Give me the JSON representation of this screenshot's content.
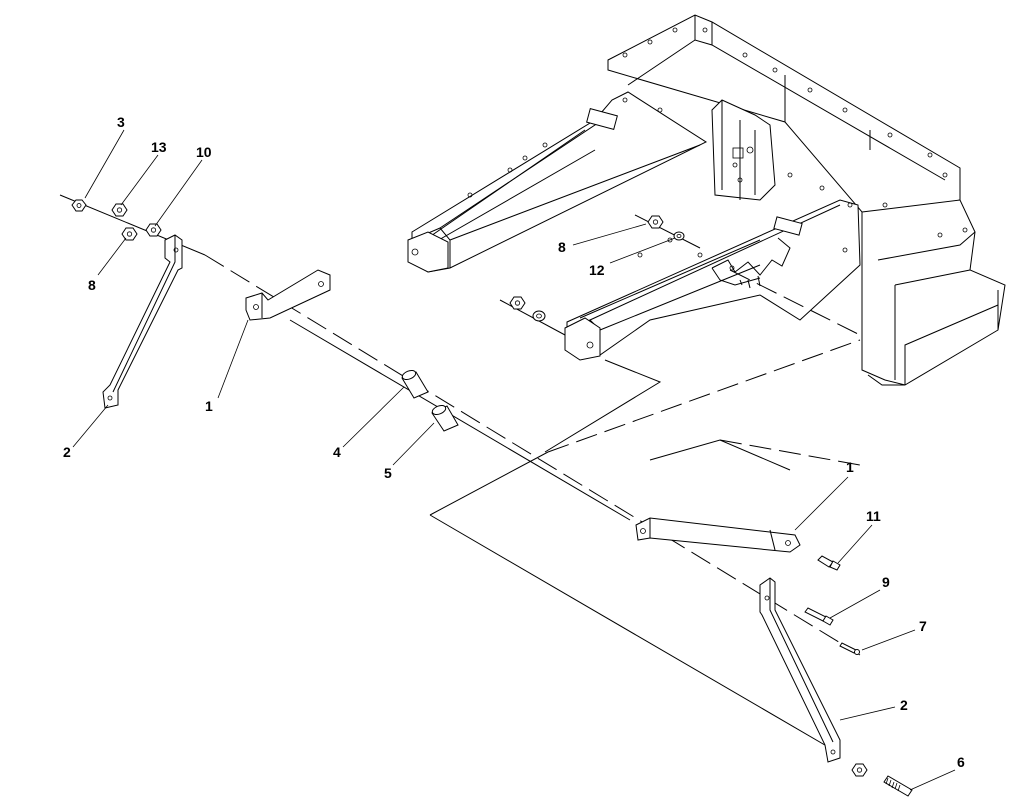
{
  "callouts": [
    {
      "id": "c3",
      "text": "3"
    },
    {
      "id": "c13",
      "text": "13"
    },
    {
      "id": "c10",
      "text": "10"
    },
    {
      "id": "c8a",
      "text": "8"
    },
    {
      "id": "c1a",
      "text": "1"
    },
    {
      "id": "c2a",
      "text": "2"
    },
    {
      "id": "c4",
      "text": "4"
    },
    {
      "id": "c5",
      "text": "5"
    },
    {
      "id": "c8b",
      "text": "8"
    },
    {
      "id": "c12",
      "text": "12"
    },
    {
      "id": "c1b",
      "text": "1"
    },
    {
      "id": "c11",
      "text": "11"
    },
    {
      "id": "c9",
      "text": "9"
    },
    {
      "id": "c7",
      "text": "7"
    },
    {
      "id": "c2b",
      "text": "2"
    },
    {
      "id": "c6",
      "text": "6"
    }
  ]
}
